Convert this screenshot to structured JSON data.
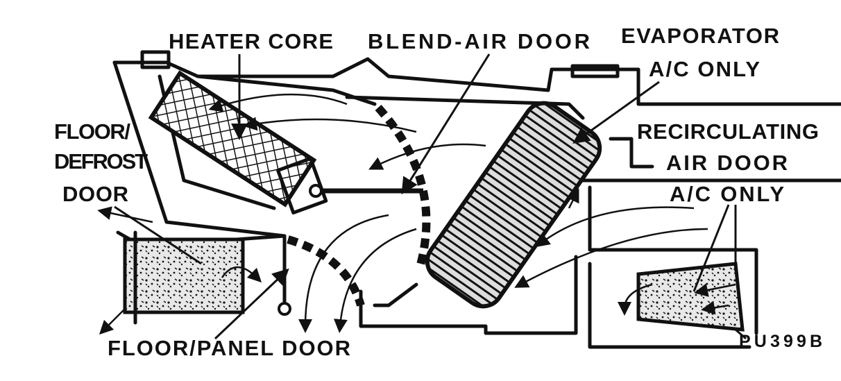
{
  "labels": {
    "heater_core": "HEATER CORE",
    "blend_air_door": "BLEND-AIR DOOR",
    "evaporator_1": "EVAPORATOR",
    "evaporator_2": "A/C ONLY",
    "floor_defrost_1": "FLOOR/",
    "floor_defrost_2": "DEFROST",
    "floor_defrost_3": "DOOR",
    "recirc_1": "RECIRCULATING",
    "recirc_2": "AIR DOOR",
    "recirc_3": "A/C ONLY",
    "floor_panel": "FLOOR/PANEL DOOR",
    "figure_code": "PU399B"
  }
}
